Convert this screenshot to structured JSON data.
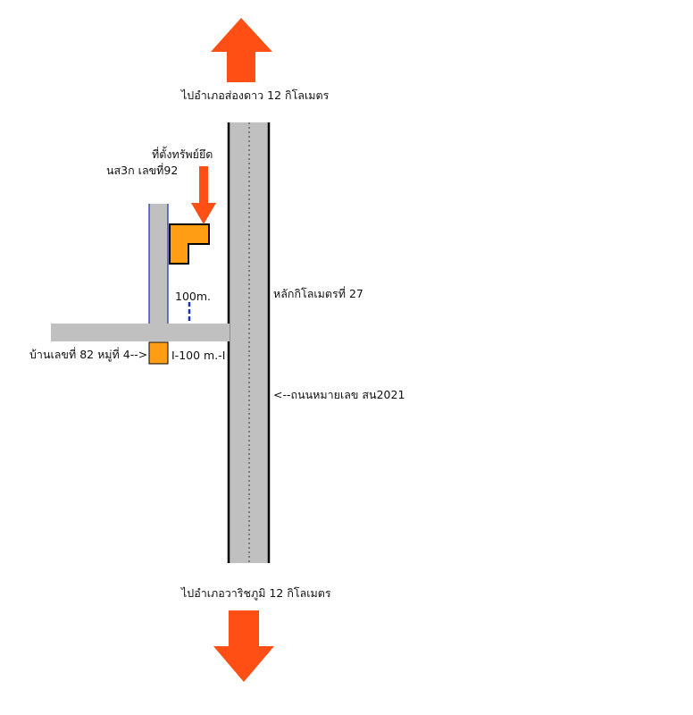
{
  "colors": {
    "road_fill": "#c0c0c0",
    "road_edge": "#000000",
    "arrow": "#ff4f14",
    "property": "#ff9e14",
    "lane_line": "#1430b4",
    "background": "#ffffff"
  },
  "icons": {
    "north_arrow": "arrow-up-icon",
    "south_arrow": "arrow-down-icon",
    "property_pointer": "arrow-down-icon"
  },
  "labels": {
    "north_destination": "ไปอำเภอส่องดาว 12 กิโลเมตร",
    "south_destination": "ไปอำเภอวาริชภูมิ 12 กิโลเมตร",
    "property_title": "ที่ตั้งทรัพย์ยึด",
    "property_deed": "นส3ก เลขที่92",
    "distance_vertical": "100m.",
    "km_marker": "หลักกิโลเมตรที่ 27",
    "house_reference": "บ้านเลขที่ 82 หมู่ที่ 4-->",
    "distance_horizontal": "I-100 m.-I",
    "highway": "<--ถนนหมายเลข สน2021"
  }
}
